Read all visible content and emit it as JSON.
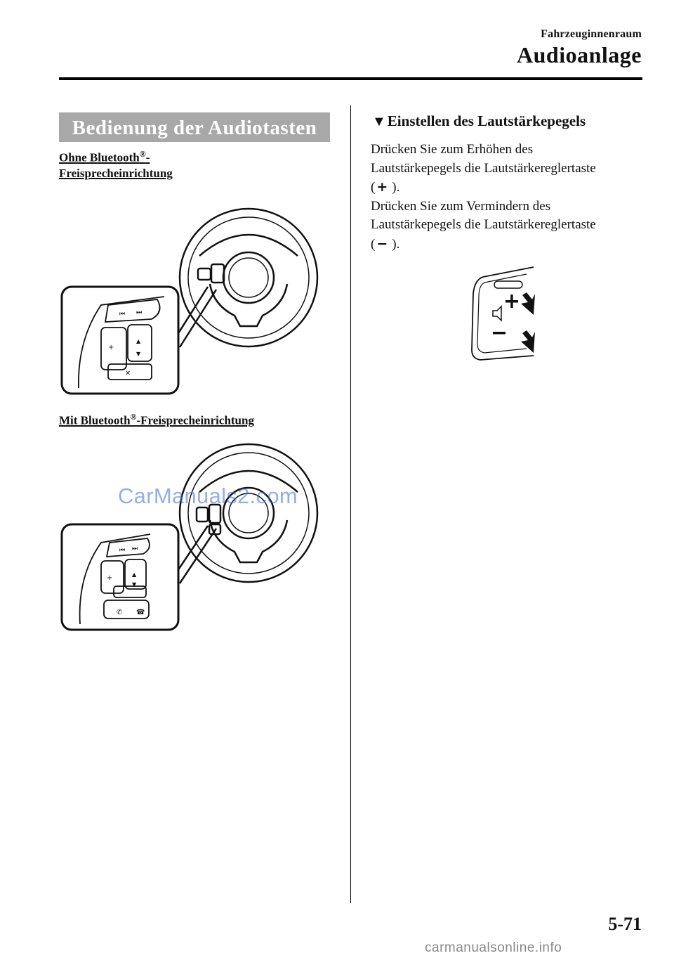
{
  "header": {
    "chapter": "Fahrzeuginnenraum",
    "section": "Audioanlage"
  },
  "left": {
    "banner": "Bedienung der Audiotasten",
    "sub1": {
      "line1": "Ohne Bluetooth",
      "reg": "®",
      "dash": "-",
      "line2": "Freisprecheinrichtung"
    },
    "sub2": {
      "pre": "Mit Bluetooth",
      "reg": "®",
      "post": "-Freisprecheinrichtung"
    }
  },
  "right": {
    "heading_marker": "▼",
    "heading": "Einstellen des Lautstärkepegels",
    "para1_a": "Drücken Sie zum Erhöhen des",
    "para1_b": "Lautstärkepegels die Lautstärkereglertaste",
    "para1_c_open": "(",
    "para1_c_close": ").",
    "para2_a": "Drücken Sie zum Vermindern des",
    "para2_b": "Lautstärkepegels die Lautstärkereglertaste",
    "para2_c_open": "(",
    "para2_c_close": ").",
    "plus_glyph": "+",
    "minus_glyph": "−"
  },
  "watermark": "CarManuals2.com",
  "footer_watermark": "carmanualsonline.info",
  "page_number": "5-71"
}
